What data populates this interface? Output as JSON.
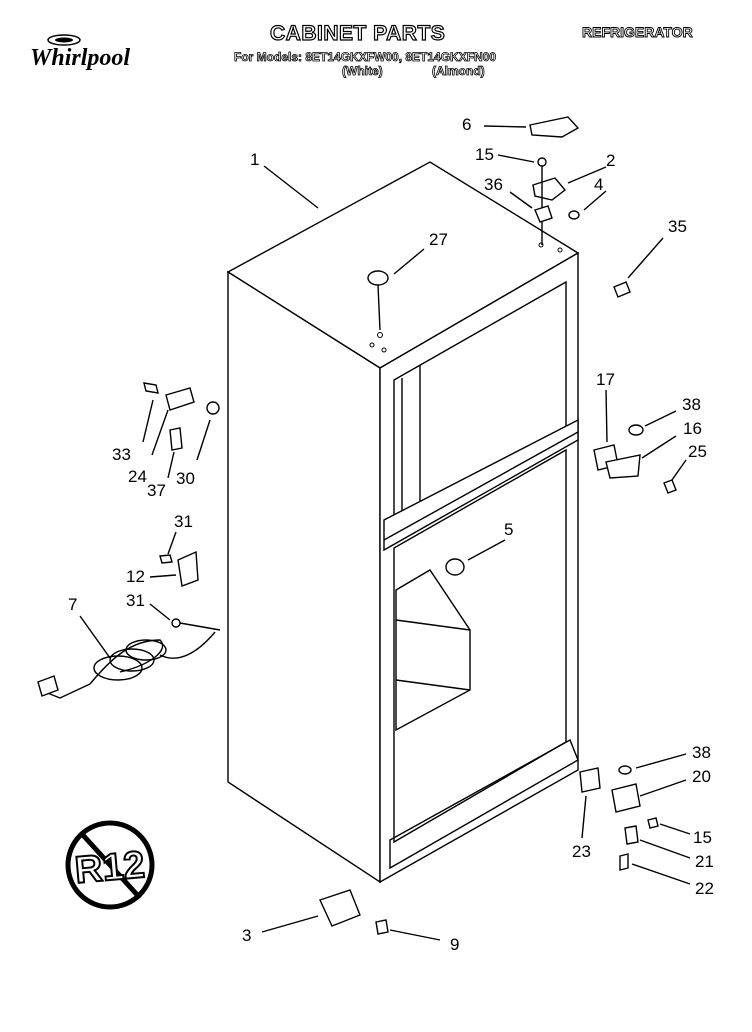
{
  "header": {
    "brand": "Whirlpool",
    "title": "CABINET PARTS",
    "category": "REFRIGERATOR",
    "models_line": "For Models: 8ET14GKXFW00, 8ET14GKXFN00",
    "variant_white": "(White)",
    "variant_almond": "(Almond)"
  },
  "callouts": [
    "1",
    "2",
    "3",
    "4",
    "5",
    "6",
    "7",
    "9",
    "12",
    "15",
    "15",
    "16",
    "17",
    "20",
    "21",
    "22",
    "23",
    "24",
    "25",
    "27",
    "30",
    "31",
    "31",
    "33",
    "35",
    "36",
    "37",
    "38",
    "38"
  ],
  "badge": {
    "text": "R12"
  }
}
